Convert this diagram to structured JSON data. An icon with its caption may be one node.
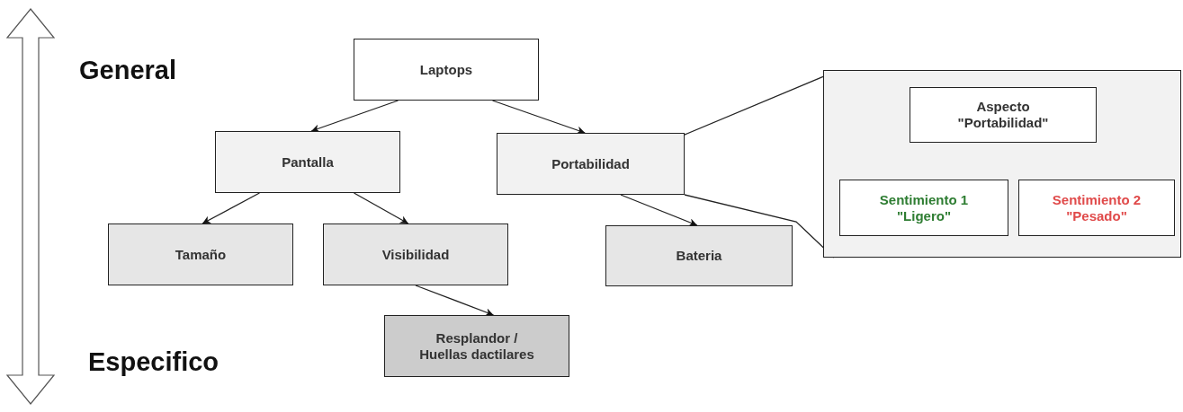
{
  "diagram": {
    "nodes": [
      {
        "text": [
          "Laptops"
        ]
      },
      {
        "text": [
          "Pantalla"
        ]
      },
      {
        "text": [
          "Portabilidad"
        ]
      },
      {
        "text": [
          "Tamaño"
        ]
      },
      {
        "text": [
          "Visibilidad"
        ]
      },
      {
        "text": [
          "Bateria"
        ]
      },
      {
        "text": [
          "Resplandor / Huellas dactilares"
        ]
      },
      {
        "text": [],
        "shape": "box"
      },
      {
        "text": [
          "Aspecto \"Portabilidad\""
        ],
        "in": 7
      },
      {
        "text": [
          "Sentimiento 1 \"Ligero\""
        ],
        "in": 7
      },
      {
        "text": [
          "Sentimiento 2 \"Pesado\""
        ],
        "in": 7
      }
    ],
    "edges": [
      {
        "from": 0,
        "to": 1,
        "arrow": "to"
      },
      {
        "from": 0,
        "to": 2,
        "arrow": "to"
      },
      {
        "from": 1,
        "to": 3,
        "arrow": "to"
      },
      {
        "from": 1,
        "to": 4,
        "arrow": "to"
      },
      {
        "from": 2,
        "to": 5,
        "arrow": "to"
      },
      {
        "from": 4,
        "to": 6,
        "arrow": "to"
      },
      {
        "from": 2,
        "to": 7,
        "arrow": "none"
      },
      {
        "from": 2,
        "to": 7,
        "arrow": "none"
      }
    ],
    "labels": [
      "General",
      "Especifico"
    ]
  }
}
